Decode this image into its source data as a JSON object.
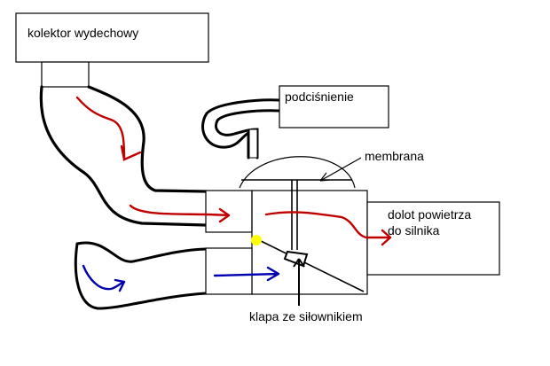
{
  "labels": {
    "exhaust_manifold": "kolektor wydechowy",
    "vacuum": "podciśnienie",
    "membrane": "membrana",
    "engine_intake_line1": "dolot powietrza",
    "engine_intake_line2": "do silnika",
    "flap_actuator": "klapa ze siłownikiem"
  },
  "colors": {
    "outline": "#000000",
    "exhaust_flow": "#c00000",
    "air_flow": "#0000b0",
    "pivot": "#ffff00",
    "background": "#ffffff"
  }
}
